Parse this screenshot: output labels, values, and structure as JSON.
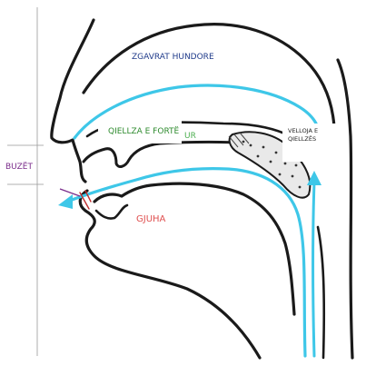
{
  "labels": {
    "nasal_cavity": "ZGAVRAT HUNDORE",
    "hard_palate": "QIELLZA E FORTË",
    "ur": "UR",
    "soft_palate": "VELLOJA E QIELLZËS",
    "lips": "BUZËT",
    "tongue": "GJUHA"
  },
  "colors": {
    "outline": "#1a1a1a",
    "airflow": "#3ec7e8",
    "palate_fill": "#cfcfcf",
    "lips_label": "#7b2d8b",
    "tongue_label": "#e05050",
    "nasal_label": "#1f3a8a",
    "palate_label": "#2e8b2e",
    "lip_marks": "#c03030"
  }
}
